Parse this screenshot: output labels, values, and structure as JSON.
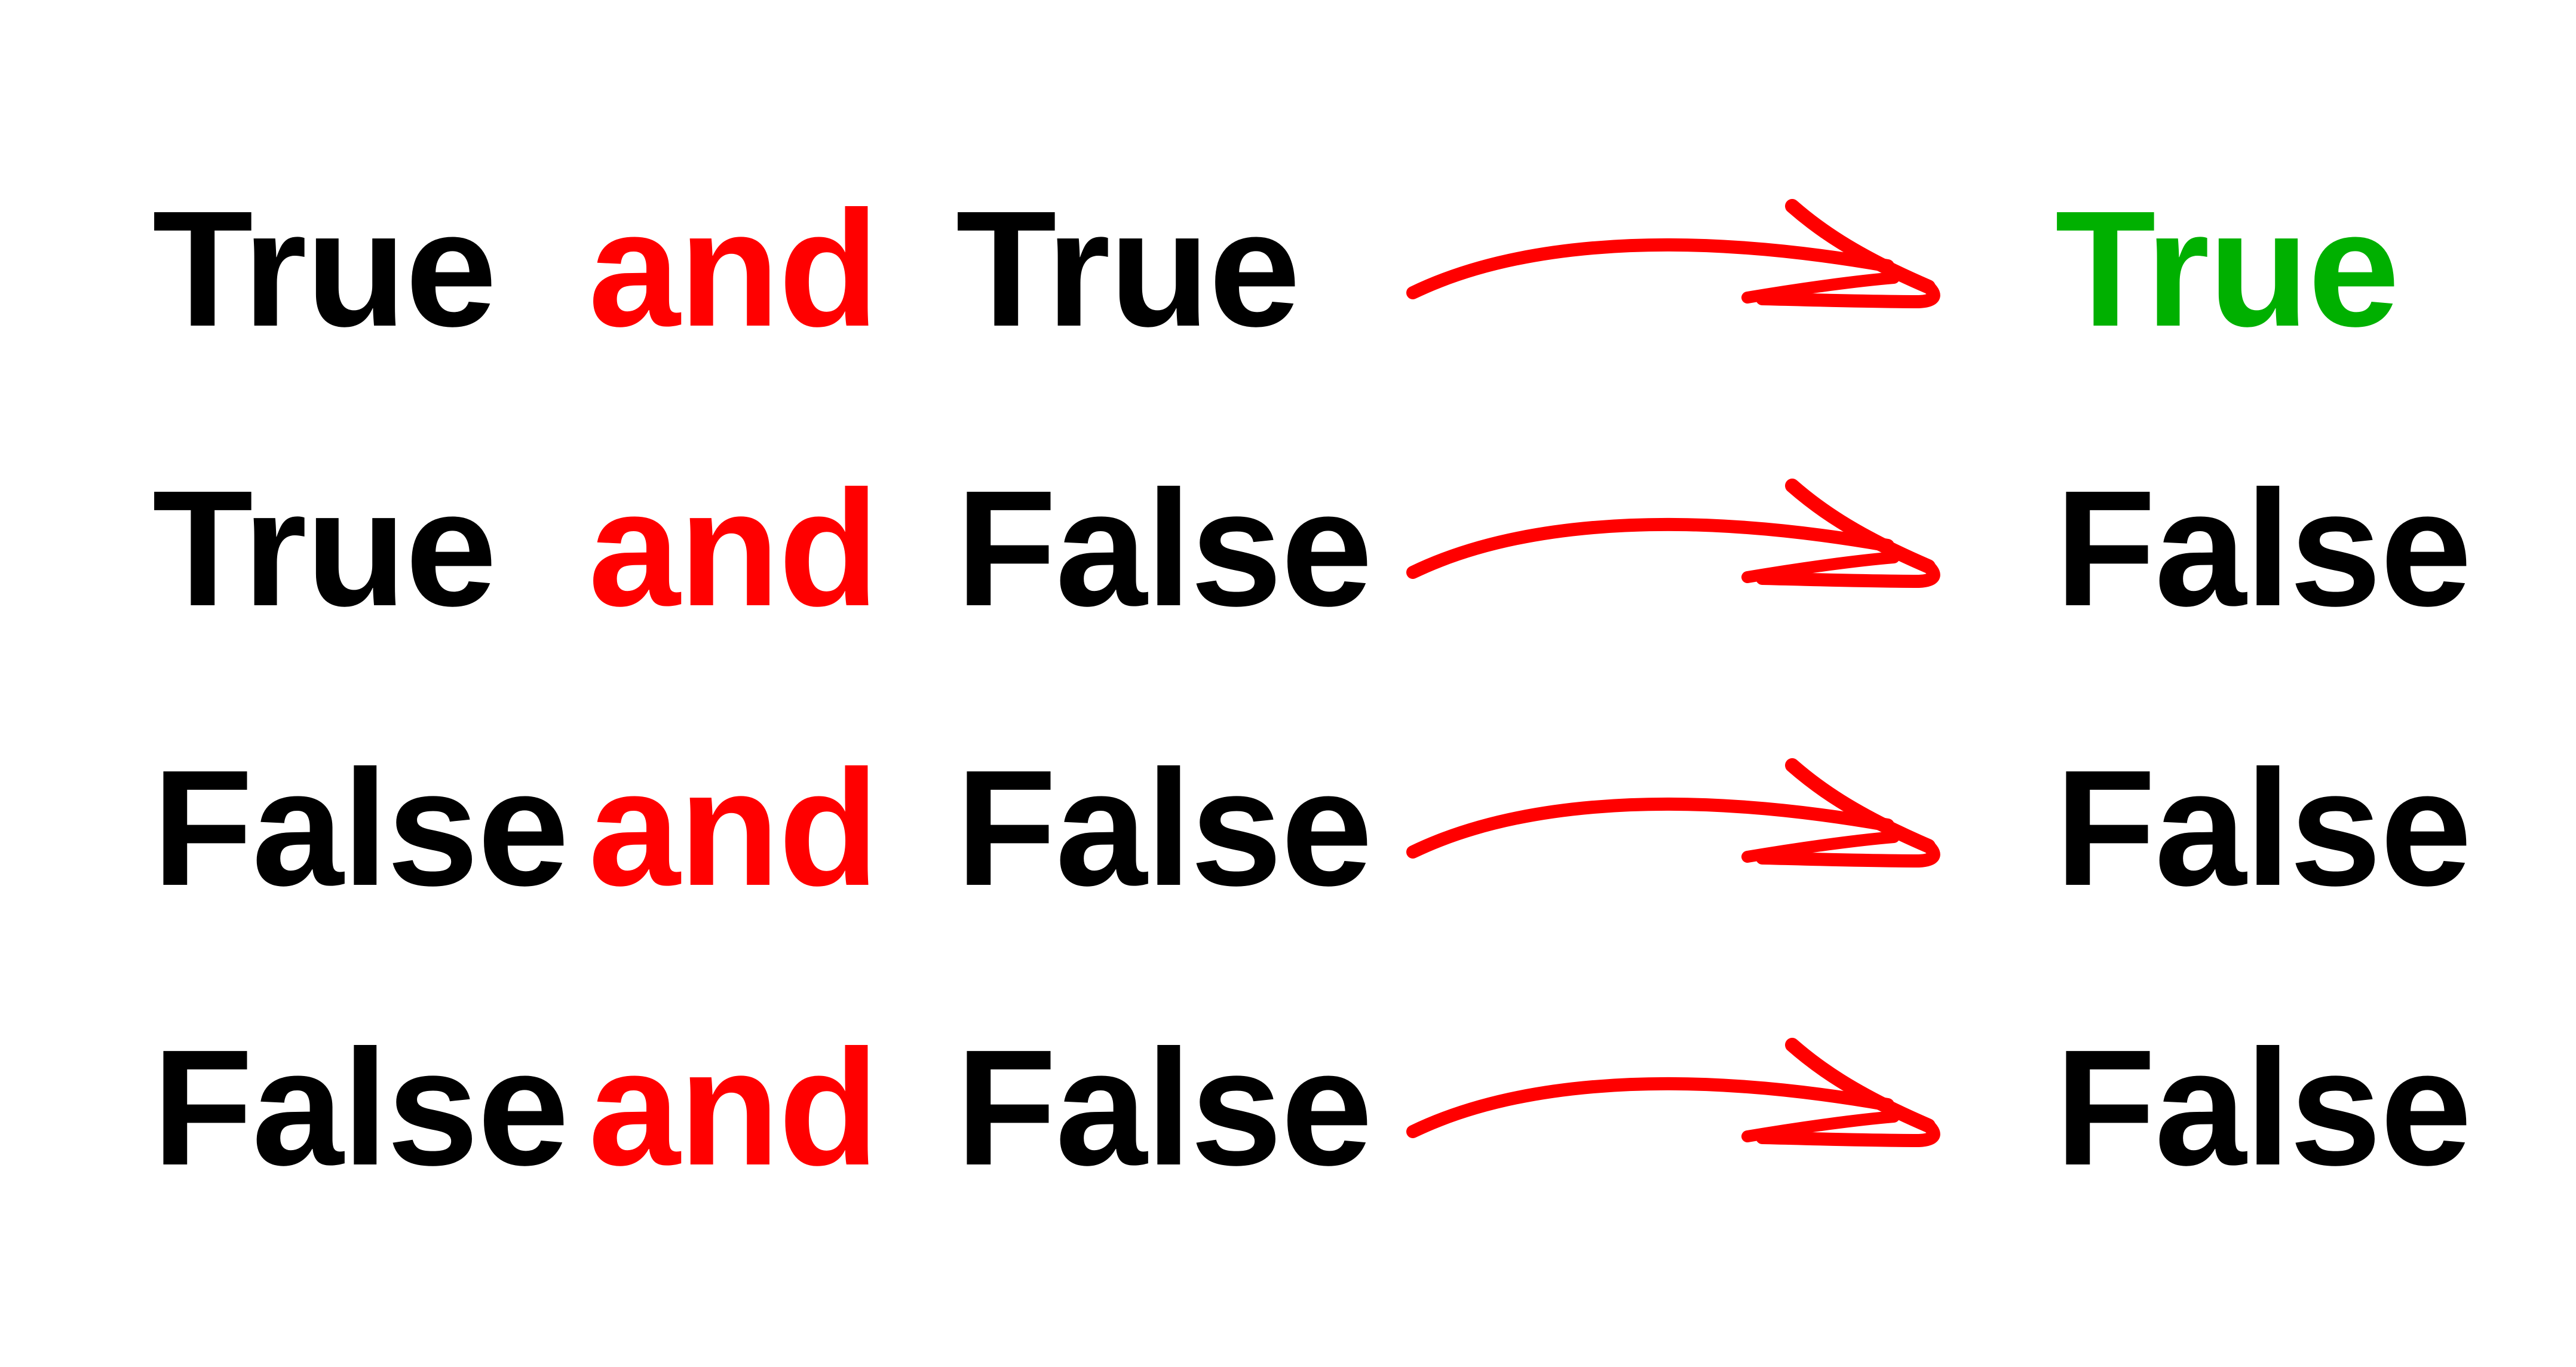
{
  "colors": {
    "text": "#000000",
    "operator": "#ff0000",
    "arrow": "#ff0000",
    "true_result": "#00b000"
  },
  "rows": [
    {
      "left": "True",
      "operator": "and",
      "right": "True",
      "result": "True",
      "result_color": "#00b000"
    },
    {
      "left": "True",
      "operator": "and",
      "right": "False",
      "result": "False",
      "result_color": "#000000"
    },
    {
      "left": "False",
      "operator": "and",
      "right": "False",
      "result": "False",
      "result_color": "#000000"
    },
    {
      "left": "False",
      "operator": "and",
      "right": "False",
      "result": "False",
      "result_color": "#000000"
    }
  ],
  "arrow_icon": "hand-drawn-curved-arrow-icon"
}
